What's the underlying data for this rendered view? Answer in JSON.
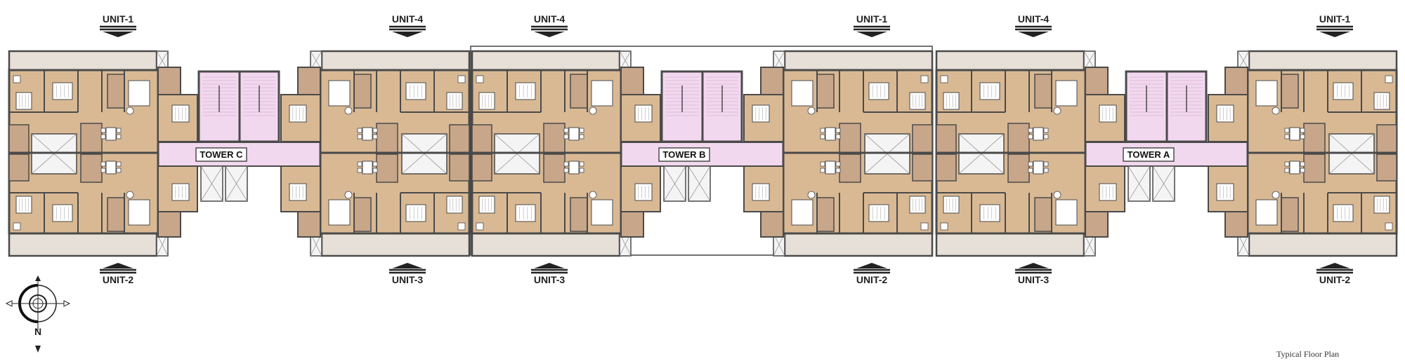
{
  "towers": [
    {
      "name": "TOWER C",
      "units_top": [
        "UNIT-1",
        "UNIT-4"
      ],
      "units_bottom": [
        "UNIT-2",
        "UNIT-3"
      ]
    },
    {
      "name": "TOWER B",
      "units_top": [
        "UNIT-4",
        "UNIT-1"
      ],
      "units_bottom": [
        "UNIT-3",
        "UNIT-2"
      ]
    },
    {
      "name": "TOWER A",
      "units_top": [
        "UNIT-4",
        "UNIT-1"
      ],
      "units_bottom": [
        "UNIT-3",
        "UNIT-2"
      ]
    }
  ],
  "compass": {
    "north_label": "N"
  },
  "caption": "Typical Floor Plan",
  "colors": {
    "floor": "#d9b994",
    "wall": "#4a4a4a",
    "balcony": "#e6e0d8",
    "core": "#f2d8ee",
    "toilet": "#c8a68a"
  }
}
